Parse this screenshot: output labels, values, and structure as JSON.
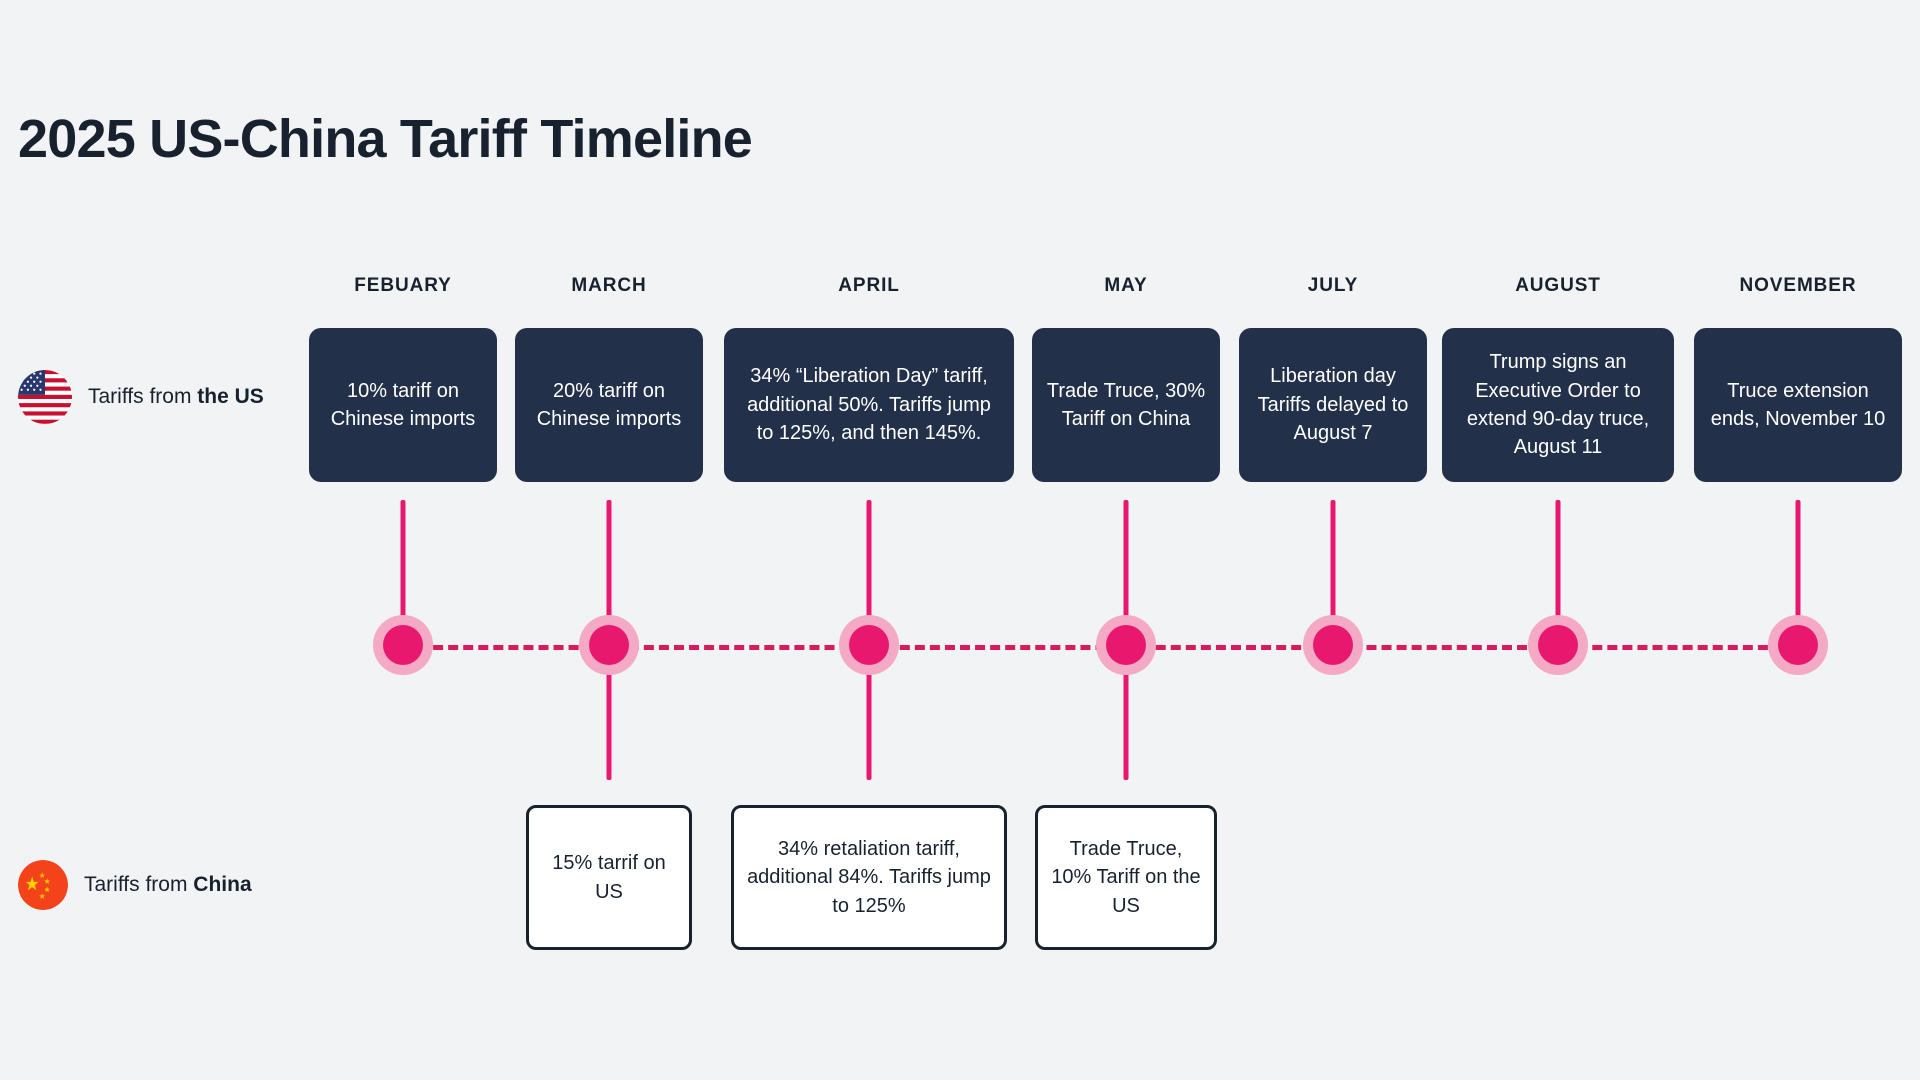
{
  "page": {
    "title": "2025 US-China Tariff Timeline",
    "background_color": "#f2f3f5",
    "accent_color": "#e8186f",
    "accent_soft_color": "#f4a9c4",
    "dark_card_color": "#22304a",
    "text_dark_color": "#18222f"
  },
  "legend": {
    "us": {
      "icon": "us-flag-icon",
      "text_prefix": "Tariffs from ",
      "text_emphasis": "the US"
    },
    "china": {
      "icon": "china-flag-icon",
      "text_prefix": "Tariffs from ",
      "text_emphasis": "China"
    }
  },
  "timeline": {
    "months": [
      "FEBUARY",
      "MARCH",
      "APRIL",
      "MAY",
      "JULY",
      "AUGUST",
      "NOVEMBER"
    ],
    "us_events": [
      "10% tariff on Chinese imports",
      "20% tariff on Chinese imports",
      "34% “Liberation Day” tariff, additional 50%. Tariffs jump to 125%, and then 145%.",
      "Trade Truce, 30% Tariff on China",
      "Liberation day Tariffs delayed to August 7",
      "Trump signs an Executive Order to extend 90-day truce, August 11",
      "Truce extension ends, November 10"
    ],
    "china_events": [
      null,
      "15% tarrif on US",
      "34% retaliation tariff, additional 84%. Tariffs jump to 125%",
      "Trade Truce, 10% Tariff on the US",
      null,
      null,
      null
    ]
  }
}
